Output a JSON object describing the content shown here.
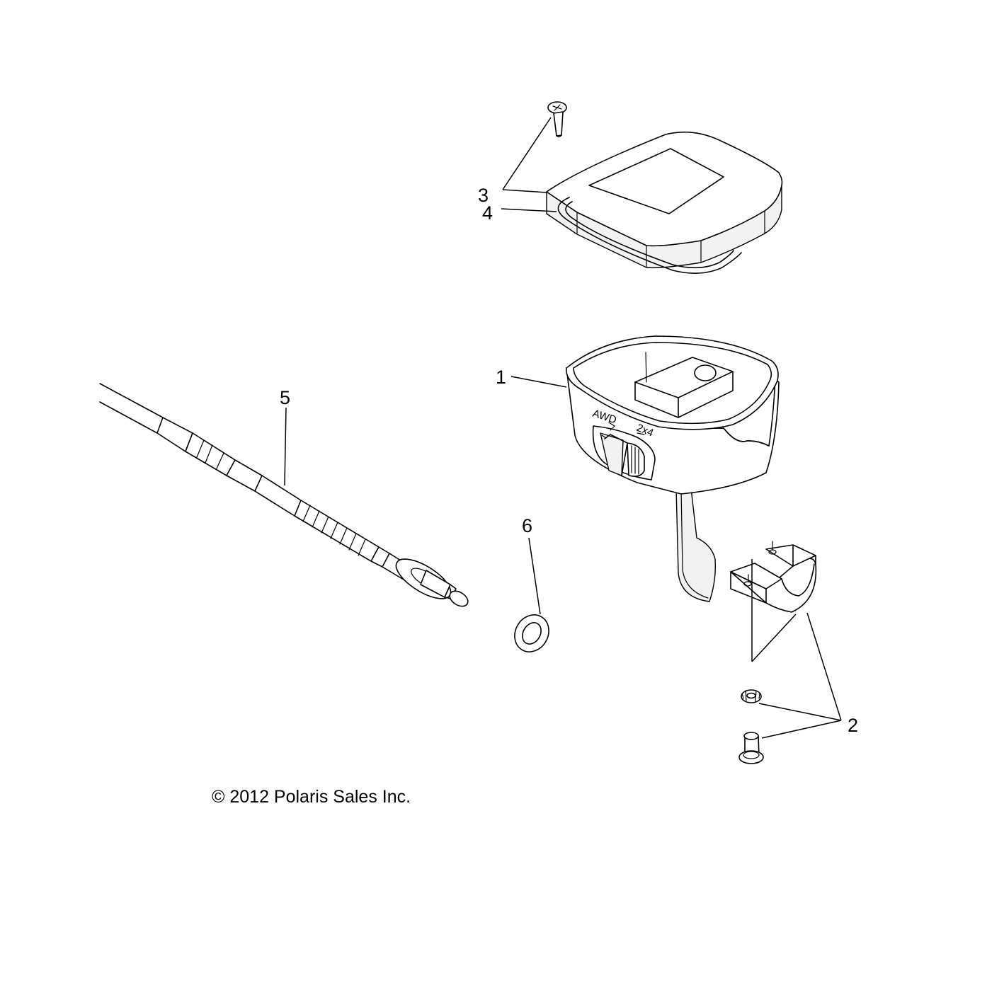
{
  "callouts": {
    "c1": "1",
    "c2": "2",
    "c3": "3",
    "c4": "4",
    "c5": "5",
    "c6": "6"
  },
  "part_markings": {
    "awd": "AWD",
    "two_four": "2x4"
  },
  "copyright": "© 2012 Polaris Sales Inc."
}
